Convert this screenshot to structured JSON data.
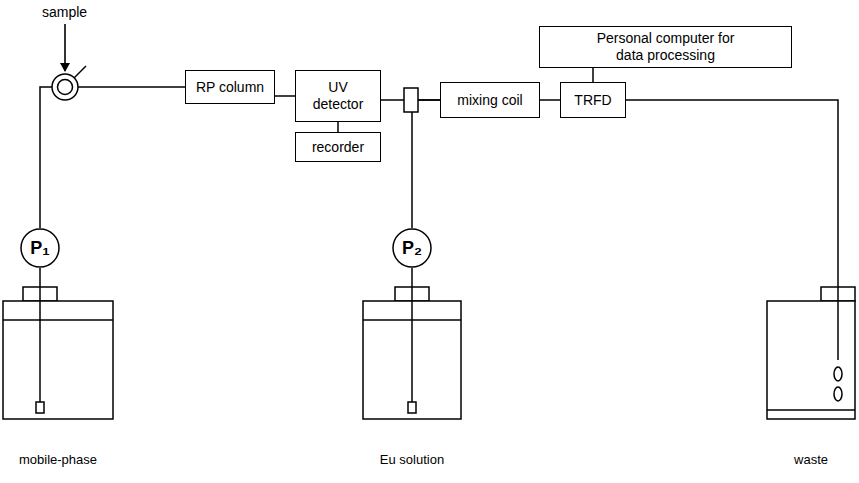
{
  "diagram": {
    "nodes": [
      {
        "text": [
          "Personal computer for data processing"
        ]
      },
      {
        "text": [
          "RP column"
        ]
      },
      {
        "text": [
          "UV detector"
        ]
      },
      {
        "text": [
          "mixing coil"
        ]
      },
      {
        "text": [
          "TRFD"
        ]
      },
      {
        "text": [
          "recorder"
        ]
      },
      {
        "text": [
          "P₁"
        ]
      },
      {
        "text": [
          "P₂"
        ]
      },
      {
        "text": [
          "mobile-phase"
        ]
      },
      {
        "text": [
          "Eu solution"
        ]
      },
      {
        "text": [
          "waste"
        ]
      }
    ],
    "edges": [
      {
        "from": 8,
        "to": 6,
        "arrow": "none"
      },
      {
        "from": 6,
        "to": 1,
        "arrow": "none"
      },
      {
        "from": 1,
        "to": 2,
        "arrow": "none"
      },
      {
        "from": 2,
        "to": 5,
        "arrow": "none"
      },
      {
        "from": 2,
        "to": 3,
        "arrow": "none"
      },
      {
        "from": 7,
        "to": 3,
        "arrow": "none"
      },
      {
        "from": 3,
        "to": 4,
        "arrow": "none"
      },
      {
        "from": 4,
        "to": 0,
        "arrow": "none"
      },
      {
        "from": 4,
        "to": 10,
        "arrow": "none"
      },
      {
        "from": 9,
        "to": 7,
        "arrow": "none"
      }
    ],
    "labels": [
      "sample"
    ]
  }
}
